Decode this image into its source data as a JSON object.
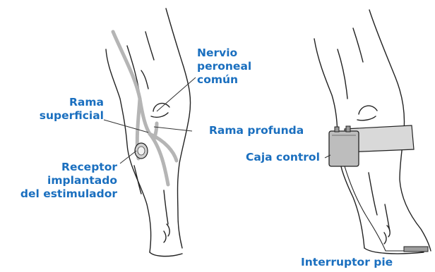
{
  "labels": {
    "nervio_peroneal": [
      "Nervio",
      "peroneal",
      "común"
    ],
    "rama_superficial": [
      "Rama",
      "superficial"
    ],
    "rama_profunda": "Rama profunda",
    "receptor": [
      "Receptor",
      "implantado",
      "del estimulador"
    ],
    "caja_control": "Caja control",
    "interruptor_pie": "Interruptor pie"
  },
  "colors": {
    "label": "#1a6fbf",
    "outline": "#222222",
    "nerve": "#b5b5b5",
    "leader": "#333333",
    "cuff": "#d9d9d9",
    "box": "#bdbdbd"
  }
}
